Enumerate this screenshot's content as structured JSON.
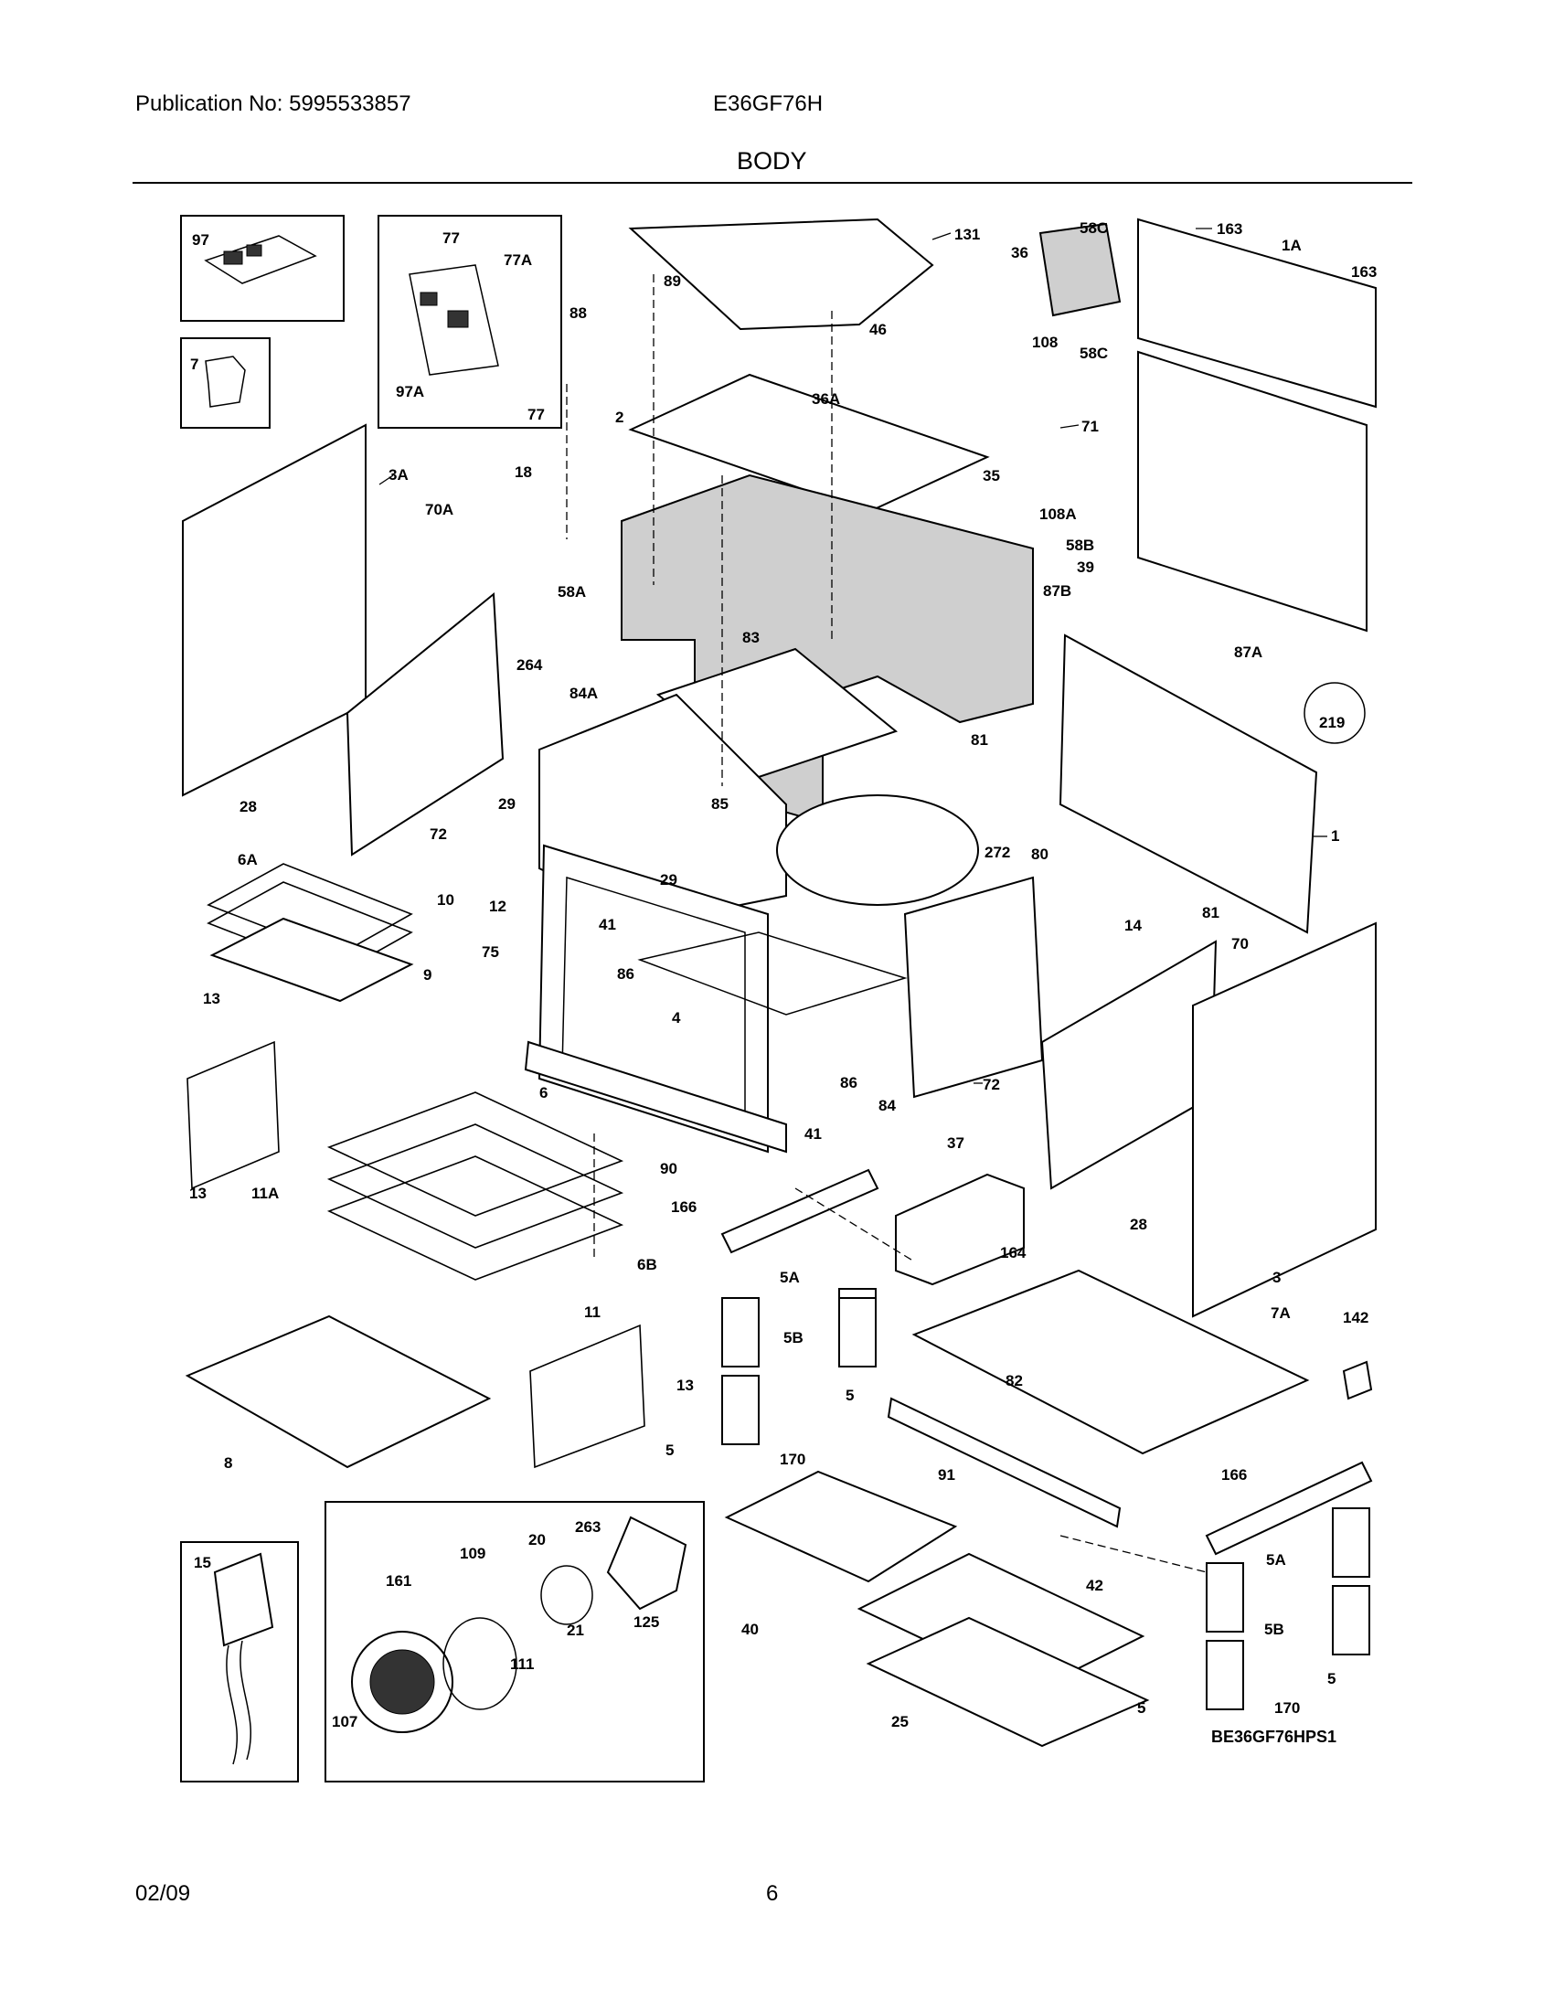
{
  "header": {
    "publication": "Publication No: 5995533857",
    "model": "E36GF76H",
    "section_title": "BODY"
  },
  "footer": {
    "date": "02/09",
    "page": "6"
  },
  "diagram": {
    "code": "BE36GF76HPS1",
    "callouts": [
      "97",
      "77",
      "77A",
      "97A",
      "7",
      "131",
      "36",
      "58C",
      "163",
      "1A",
      "89",
      "88",
      "46",
      "36A",
      "108",
      "2",
      "18",
      "35",
      "71",
      "108A",
      "3A",
      "70A",
      "58A",
      "58B",
      "39",
      "87B",
      "83",
      "264",
      "84A",
      "87A",
      "219",
      "28",
      "29",
      "81",
      "85",
      "272",
      "80",
      "1",
      "6A",
      "10",
      "12",
      "29",
      "9",
      "75",
      "41",
      "86",
      "4",
      "14",
      "81",
      "70",
      "13",
      "11A",
      "6",
      "6B",
      "90",
      "86",
      "41",
      "84",
      "37",
      "72",
      "28",
      "3",
      "166",
      "5A",
      "5B",
      "164",
      "8",
      "11",
      "13",
      "5",
      "170",
      "5",
      "82",
      "7A",
      "142",
      "91",
      "15",
      "20",
      "263",
      "109",
      "161",
      "21",
      "125",
      "111",
      "107",
      "40",
      "42",
      "166",
      "5A",
      "5B",
      "25",
      "170",
      "5"
    ]
  }
}
